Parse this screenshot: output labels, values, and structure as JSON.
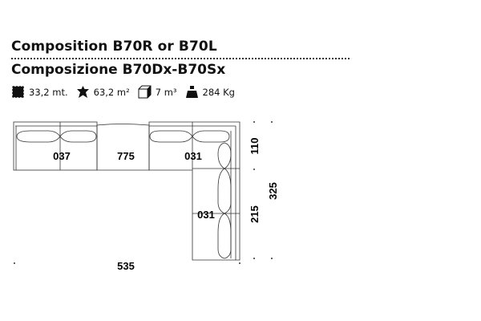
{
  "title_en": "Composition B70R or B70L",
  "title_it": "Composizione B70Dx-B70Sx",
  "specs": [
    {
      "icon": "fabric-icon",
      "value": "33,2 mt."
    },
    {
      "icon": "leather-icon",
      "value": "63,2 m²"
    },
    {
      "icon": "volume-cube-icon",
      "value": "7 m³"
    },
    {
      "icon": "weight-icon",
      "value": "284 Kg"
    }
  ],
  "modules": [
    "037",
    "775",
    "031",
    "031"
  ],
  "dimensions": {
    "width": "535",
    "depth_top": "110",
    "depth_side": "215",
    "total_depth": "325"
  }
}
